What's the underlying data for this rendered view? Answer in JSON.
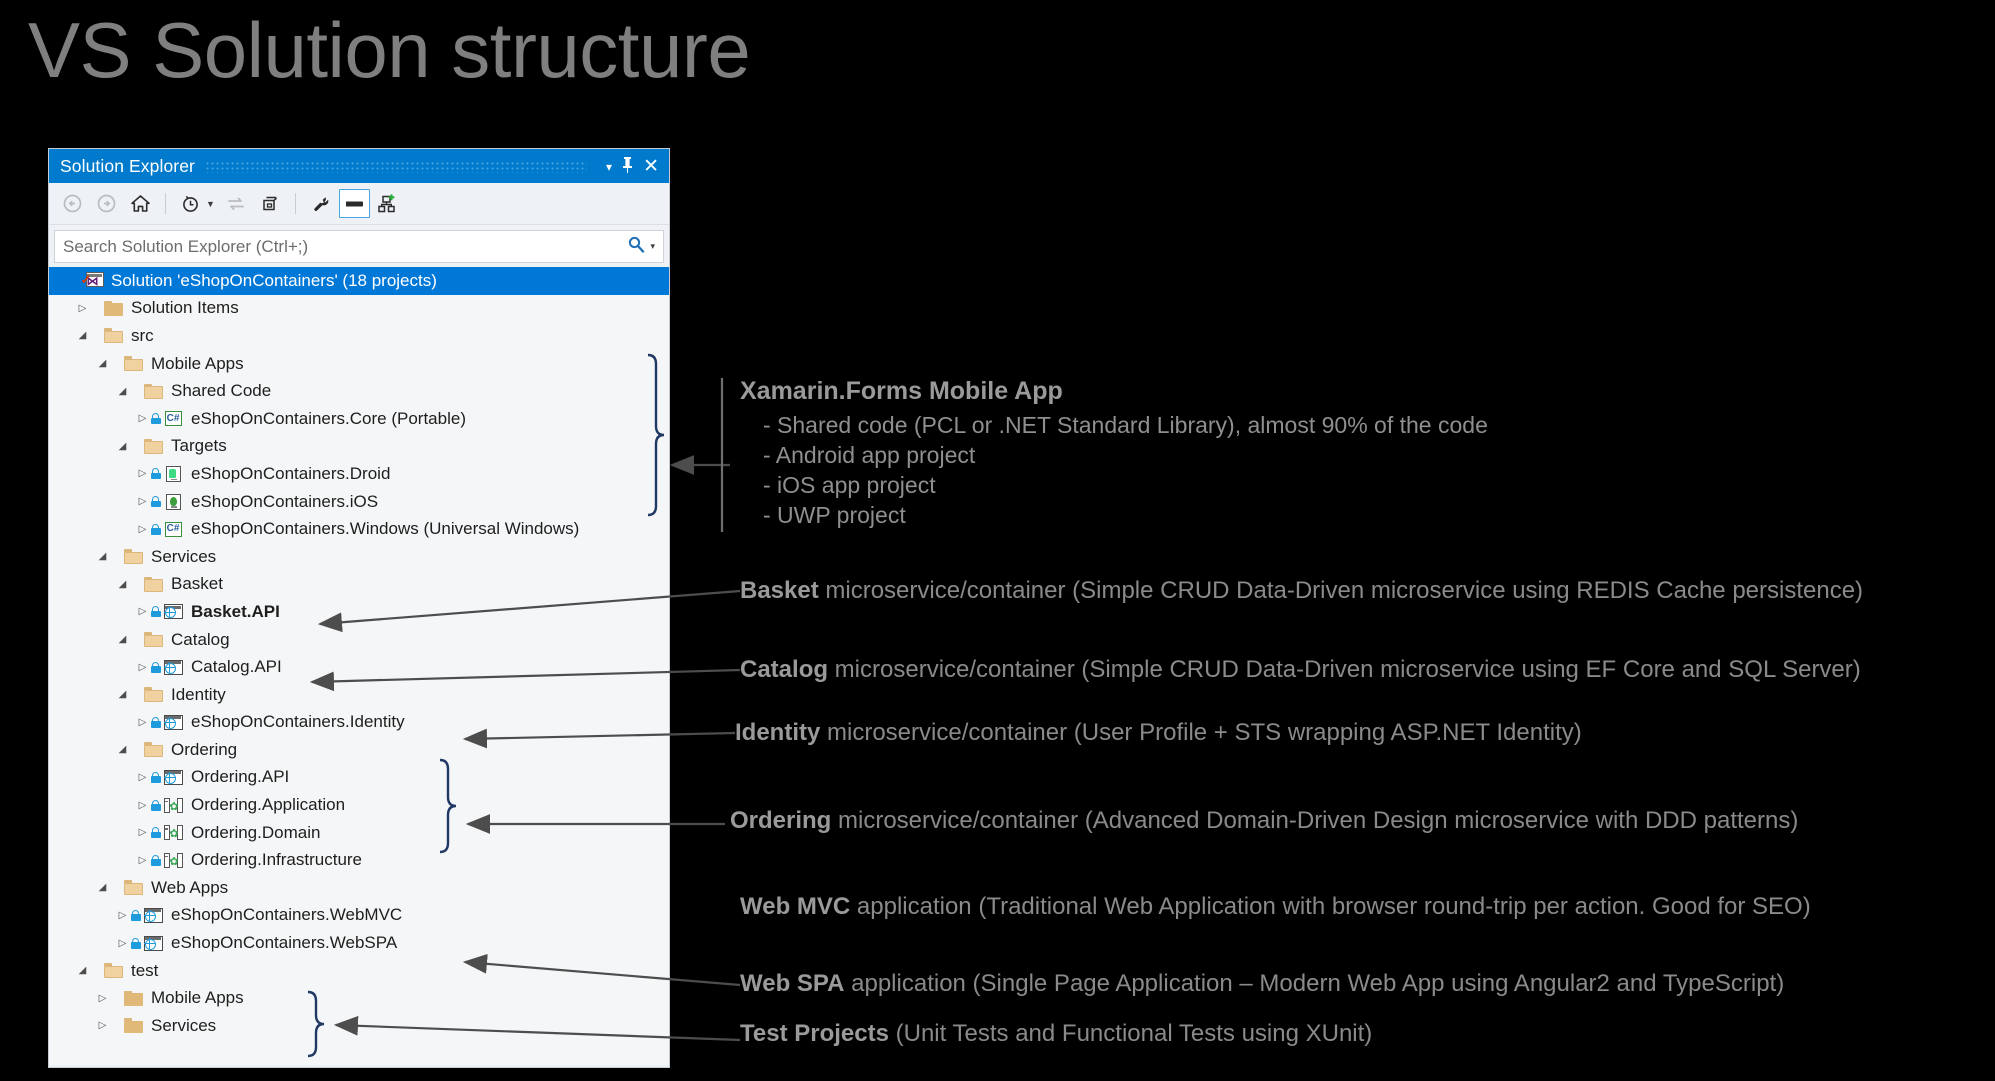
{
  "slide": {
    "title": "VS Solution structure"
  },
  "window": {
    "title": "Solution Explorer",
    "controls": {
      "dropdown": "▾",
      "pin": "⚲",
      "close": "✕"
    },
    "toolbar": {
      "back": "back-arrow",
      "forward": "forward-arrow",
      "home": "home",
      "pending_changes": "clock",
      "sync": "sync-arrows",
      "collapse_all": "collapse-all",
      "properties": "wrench",
      "preview": "preview-selected-items",
      "show_all": "show-all-files"
    },
    "search": {
      "placeholder": "Search Solution Explorer (Ctrl+;)",
      "icon": "magnifier",
      "caret": "▾"
    }
  },
  "tree": [
    {
      "label": "Solution 'eShopOnContainers' (18 projects)",
      "indent": 0,
      "icon": "solution",
      "expander": "none",
      "selected": true,
      "lock": false,
      "bold": false
    },
    {
      "label": "Solution Items",
      "indent": 1,
      "icon": "folder-closed",
      "expander": "collapsed",
      "selected": false,
      "lock": false,
      "bold": false
    },
    {
      "label": "src",
      "indent": 1,
      "icon": "folder-open",
      "expander": "expanded",
      "selected": false,
      "lock": false,
      "bold": false
    },
    {
      "label": "Mobile Apps",
      "indent": 2,
      "icon": "folder-open",
      "expander": "expanded",
      "selected": false,
      "lock": false,
      "bold": false
    },
    {
      "label": "Shared Code",
      "indent": 3,
      "icon": "folder-open",
      "expander": "expanded",
      "selected": false,
      "lock": false,
      "bold": false
    },
    {
      "label": "eShopOnContainers.Core (Portable)",
      "indent": 4,
      "icon": "csharp",
      "expander": "collapsed",
      "selected": false,
      "lock": true,
      "bold": false
    },
    {
      "label": "Targets",
      "indent": 3,
      "icon": "folder-open",
      "expander": "expanded",
      "selected": false,
      "lock": false,
      "bold": false
    },
    {
      "label": "eShopOnContainers.Droid",
      "indent": 4,
      "icon": "droid",
      "expander": "collapsed",
      "selected": false,
      "lock": true,
      "bold": false
    },
    {
      "label": "eShopOnContainers.iOS",
      "indent": 4,
      "icon": "ios",
      "expander": "collapsed",
      "selected": false,
      "lock": true,
      "bold": false
    },
    {
      "label": "eShopOnContainers.Windows (Universal Windows)",
      "indent": 4,
      "icon": "csharp",
      "expander": "collapsed",
      "selected": false,
      "lock": true,
      "bold": false
    },
    {
      "label": "Services",
      "indent": 2,
      "icon": "folder-open",
      "expander": "expanded",
      "selected": false,
      "lock": false,
      "bold": false
    },
    {
      "label": "Basket",
      "indent": 3,
      "icon": "folder-open",
      "expander": "expanded",
      "selected": false,
      "lock": false,
      "bold": false
    },
    {
      "label": "Basket.API",
      "indent": 4,
      "icon": "web",
      "expander": "collapsed",
      "selected": false,
      "lock": true,
      "bold": true
    },
    {
      "label": "Catalog",
      "indent": 3,
      "icon": "folder-open",
      "expander": "expanded",
      "selected": false,
      "lock": false,
      "bold": false
    },
    {
      "label": "Catalog.API",
      "indent": 4,
      "icon": "web",
      "expander": "collapsed",
      "selected": false,
      "lock": true,
      "bold": false
    },
    {
      "label": "Identity",
      "indent": 3,
      "icon": "folder-open",
      "expander": "expanded",
      "selected": false,
      "lock": false,
      "bold": false
    },
    {
      "label": "eShopOnContainers.Identity",
      "indent": 4,
      "icon": "web",
      "expander": "collapsed",
      "selected": false,
      "lock": true,
      "bold": false
    },
    {
      "label": "Ordering",
      "indent": 3,
      "icon": "folder-open",
      "expander": "expanded",
      "selected": false,
      "lock": false,
      "bold": false
    },
    {
      "label": "Ordering.API",
      "indent": 4,
      "icon": "web",
      "expander": "collapsed",
      "selected": false,
      "lock": true,
      "bold": false
    },
    {
      "label": "Ordering.Application",
      "indent": 4,
      "icon": "library",
      "expander": "collapsed",
      "selected": false,
      "lock": true,
      "bold": false
    },
    {
      "label": "Ordering.Domain",
      "indent": 4,
      "icon": "library",
      "expander": "collapsed",
      "selected": false,
      "lock": true,
      "bold": false
    },
    {
      "label": "Ordering.Infrastructure",
      "indent": 4,
      "icon": "library",
      "expander": "collapsed",
      "selected": false,
      "lock": true,
      "bold": false
    },
    {
      "label": "Web Apps",
      "indent": 2,
      "icon": "folder-open",
      "expander": "expanded",
      "selected": false,
      "lock": false,
      "bold": false
    },
    {
      "label": "eShopOnContainers.WebMVC",
      "indent": 3,
      "icon": "web",
      "expander": "collapsed",
      "selected": false,
      "lock": true,
      "bold": false
    },
    {
      "label": "eShopOnContainers.WebSPA",
      "indent": 3,
      "icon": "web",
      "expander": "collapsed",
      "selected": false,
      "lock": true,
      "bold": false
    },
    {
      "label": "test",
      "indent": 1,
      "icon": "folder-open",
      "expander": "expanded",
      "selected": false,
      "lock": false,
      "bold": false
    },
    {
      "label": "Mobile Apps",
      "indent": 2,
      "icon": "folder-closed",
      "expander": "collapsed",
      "selected": false,
      "lock": false,
      "bold": false
    },
    {
      "label": "Services",
      "indent": 2,
      "icon": "folder-closed",
      "expander": "collapsed",
      "selected": false,
      "lock": false,
      "bold": false
    }
  ],
  "annotations": {
    "xamarin": {
      "heading": "Xamarin.Forms Mobile App",
      "bullets": [
        "- Shared code (PCL or .NET Standard Library), almost 90% of the code",
        "- Android app project",
        "- iOS app project",
        "- UWP project"
      ]
    },
    "lines": [
      {
        "head": "Basket",
        "rest": " microservice/container (Simple CRUD Data-Driven microservice using REDIS Cache persistence)"
      },
      {
        "head": "Catalog",
        "rest": " microservice/container (Simple CRUD Data-Driven microservice using EF Core and SQL Server)"
      },
      {
        "head": "Identity",
        "rest": " microservice/container (User Profile + STS wrapping ASP.NET Identity)"
      },
      {
        "head": "Ordering",
        "rest": " microservice/container (Advanced Domain-Driven Design microservice with DDD patterns)"
      },
      {
        "head": "Web MVC",
        "rest": " application (Traditional Web Application with browser round-trip per action. Good for SEO)"
      },
      {
        "head": "Web SPA",
        "rest": " application (Single Page Application – Modern Web App using Angular2 and TypeScript)"
      },
      {
        "head": "Test Projects",
        "rest": " (Unit Tests and Functional Tests using XUnit)"
      }
    ]
  },
  "colors": {
    "background": "#000000",
    "accent_blue": "#007acc",
    "selection_blue": "#0078d7",
    "panel_bg": "#f5f6f7",
    "annotation_grey": "#8a8a8a",
    "title_grey": "#7f7f7f",
    "brace_navy": "#1f3864",
    "folder_gold": "#dcb67a"
  }
}
